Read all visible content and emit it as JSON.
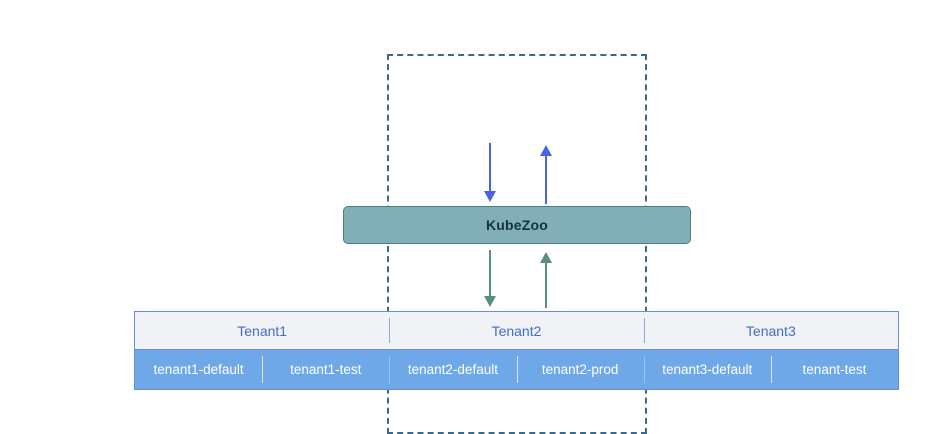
{
  "diagram": {
    "title_box": {
      "label": "KubeZoo",
      "fill_color": "#82aeb8",
      "border_color": "#4c7d89"
    },
    "boundary": {
      "style": "dashed",
      "color": "#3a6a8a"
    },
    "arrows": [
      {
        "name": "request-down-blue",
        "direction": "down",
        "color": "#4a62e8"
      },
      {
        "name": "response-up-blue",
        "direction": "up",
        "color": "#4a62e8"
      },
      {
        "name": "request-down-teal",
        "direction": "down",
        "color": "#5c8f7a"
      },
      {
        "name": "response-up-teal",
        "direction": "up",
        "color": "#5c8f7a"
      }
    ],
    "tenants": [
      {
        "label": "Tenant1",
        "namespaces": [
          "tenant1-default",
          "tenant1-test"
        ]
      },
      {
        "label": "Tenant2",
        "namespaces": [
          "tenant2-default",
          "tenant2-prod"
        ]
      },
      {
        "label": "Tenant3",
        "namespaces": [
          "tenant3-default",
          "tenant-test"
        ]
      }
    ],
    "colors": {
      "tenant_header_text": "#3f6fc4",
      "tenant_header_bg": "#f0f2f5",
      "namespace_bg": "#6fa8e8",
      "namespace_text": "#ffffff"
    }
  }
}
